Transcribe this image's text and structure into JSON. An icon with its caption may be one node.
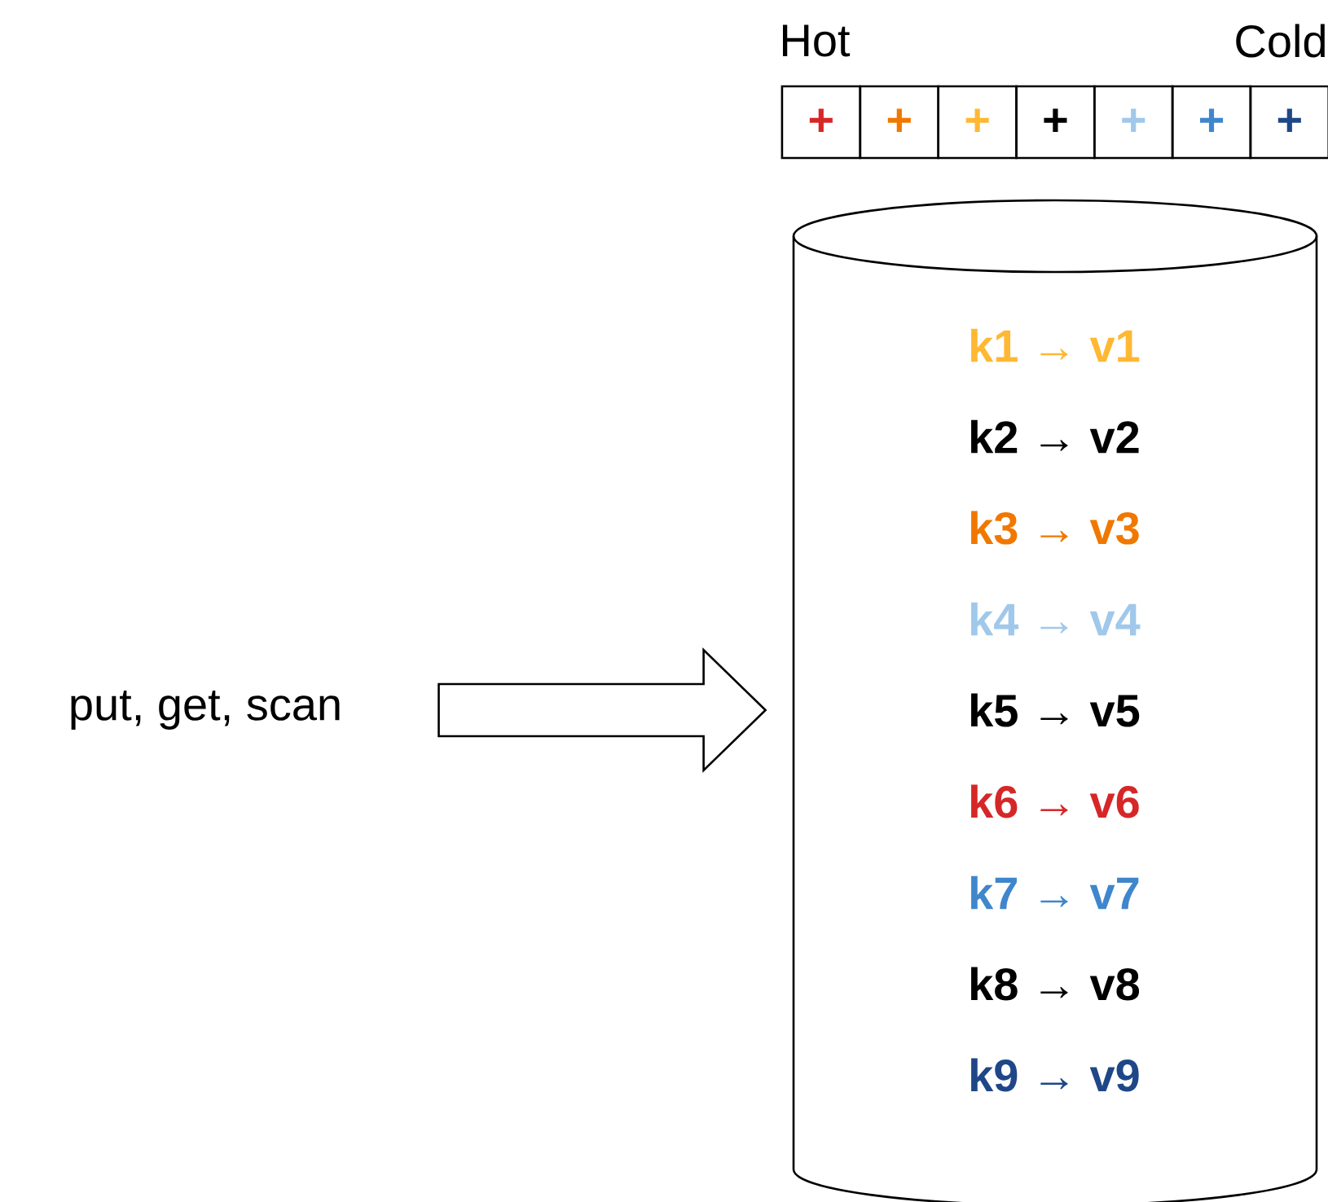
{
  "diagram": {
    "nodes": [
      {
        "text": [
          "put, get, scan"
        ]
      },
      {
        "text": [
          "k1 → v1",
          "k2 → v2",
          "k3 → v3",
          "k4 → v4",
          "k5 → v5",
          "k6 → v6",
          "k7 → v7",
          "k8 → v8",
          "k9 → v9"
        ]
      }
    ],
    "edges": [
      {
        "from": 0,
        "to": 1,
        "arrow": "to",
        "style": "thick"
      }
    ],
    "labels": [
      "Hot",
      "Cold"
    ],
    "legend": [
      {
        "text": "+",
        "color": "#d62728"
      },
      {
        "text": "+",
        "color": "#f07800"
      },
      {
        "text": "+",
        "color": "#ffb833"
      },
      {
        "text": "+",
        "color": "#000000"
      },
      {
        "text": "+",
        "color": "#a0c8ea"
      },
      {
        "text": "+",
        "color": "#3f86cc"
      },
      {
        "text": "+",
        "color": "#1f4788"
      }
    ]
  }
}
